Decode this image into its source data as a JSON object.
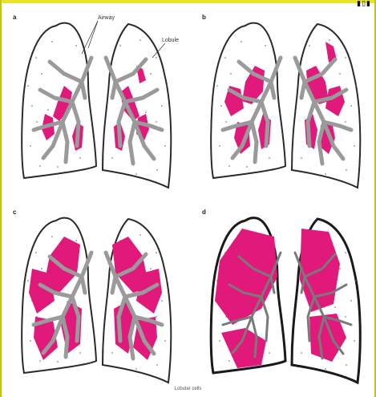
{
  "figure": {
    "panels": [
      {
        "letter": "a"
      },
      {
        "letter": "b"
      },
      {
        "letter": "c"
      },
      {
        "letter": "d"
      }
    ],
    "labels": {
      "airway": "Airway",
      "lobule": "Lobule",
      "footer": "Lobular cells"
    },
    "corner_text": "▮▯▮",
    "colors": {
      "affected": "#e0197a",
      "airway": "#9a9a9a",
      "outline": "#2a2a2a",
      "top_band": "#e8e42a"
    }
  }
}
